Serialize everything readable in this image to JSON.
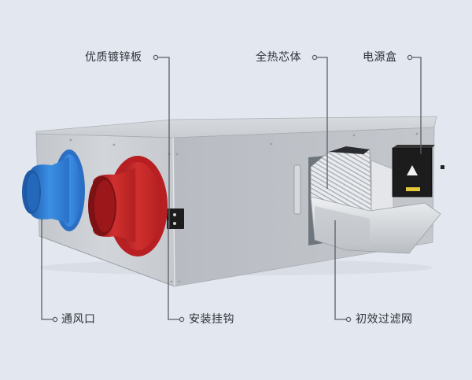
{
  "diagram": {
    "subject": "heat recovery ventilator unit",
    "background_color": "#e3e8f0",
    "line_color": "#5a5f66",
    "callouts": [
      {
        "id": "galvanized-plate",
        "label": "优质镀锌板",
        "position": "top-left"
      },
      {
        "id": "heat-exchange-core",
        "label": "全热芯体",
        "position": "top-center"
      },
      {
        "id": "power-box",
        "label": "电源盒",
        "position": "top-right"
      },
      {
        "id": "air-vent",
        "label": "通风口",
        "position": "bottom-left"
      },
      {
        "id": "mounting-bracket",
        "label": "安装挂钩",
        "position": "bottom-center"
      },
      {
        "id": "primary-filter",
        "label": "初效过滤网",
        "position": "bottom-right"
      }
    ],
    "components": {
      "duct_blue_color": "#2f7fd6",
      "duct_red_color": "#c8262b",
      "housing_color": "#c9ccd1",
      "power_box_color": "#1a1a1a"
    }
  }
}
